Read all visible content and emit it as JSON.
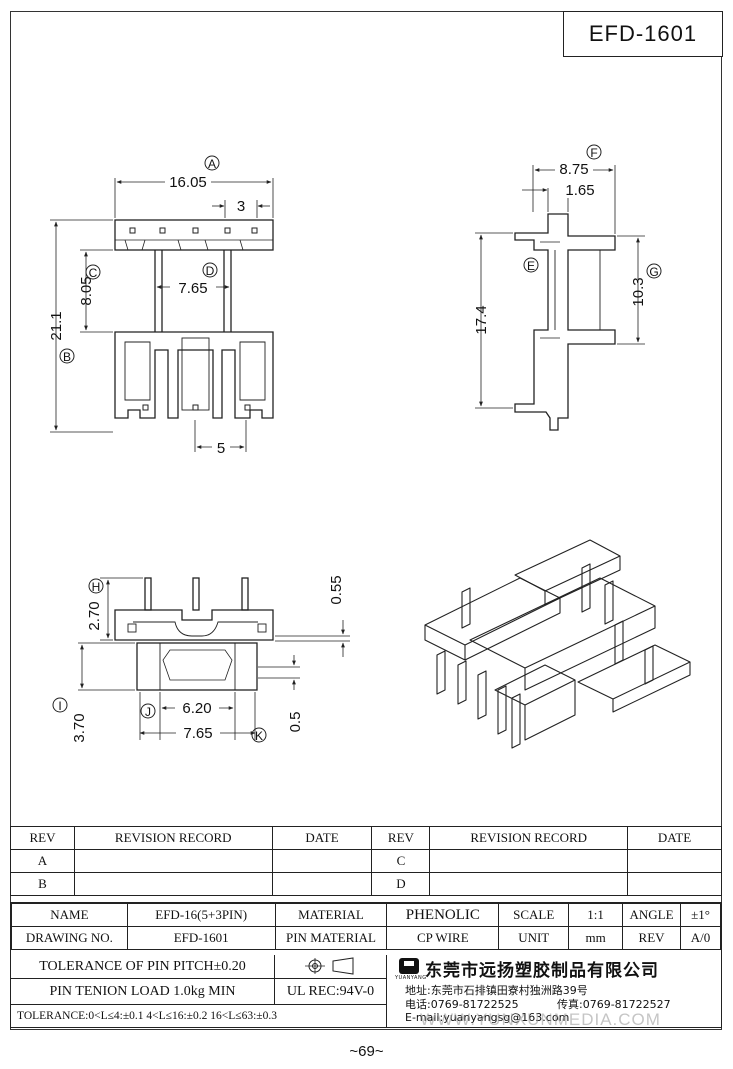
{
  "title_block": {
    "code": "EFD-1601"
  },
  "front_view": {
    "dimensions": [
      "16.05",
      "3",
      "8.05",
      "7.65",
      "21.1",
      "5"
    ],
    "callouts": [
      "A",
      "B",
      "C",
      "D"
    ]
  },
  "side_view": {
    "dimensions": [
      "8.75",
      "1.65",
      "17.4",
      "10.3"
    ],
    "callouts": [
      "E",
      "F",
      "G"
    ]
  },
  "bottom_view": {
    "dimensions": [
      "2.70",
      "0.55",
      "3.70",
      "6.20",
      "7.65",
      "0.5"
    ],
    "callouts": [
      "H",
      "I",
      "J",
      "K"
    ]
  },
  "revision_table": {
    "headers": [
      "REV",
      "REVISION RECORD",
      "DATE",
      "REV",
      "REVISION RECORD",
      "DATE"
    ],
    "rows": [
      [
        "A",
        "",
        "",
        "C",
        "",
        ""
      ],
      [
        "B",
        "",
        "",
        "D",
        "",
        ""
      ]
    ]
  },
  "spec_table": {
    "name_label": "NAME",
    "name_value": "EFD-16(5+3PIN)",
    "material_label": "MATERIAL",
    "material_value": "PHENOLIC",
    "scale_label": "SCALE",
    "scale_value": "1:1",
    "angle_label": "ANGLE",
    "angle_value": "±1°",
    "drawing_no_label": "DRAWING NO.",
    "drawing_no_value": "EFD-1601",
    "pin_material_label": "PIN MATERIAL",
    "pin_material_value": "CP WIRE",
    "unit_label": "UNIT",
    "unit_value": "mm",
    "rev_label": "REV",
    "rev_value": "A/0",
    "tolerance_pitch": "TOLERANCE OF PIN PITCH±0.20",
    "pin_tension": "PIN TENION LOAD 1.0kg MIN",
    "ul_rec": "UL REC:94V-0",
    "tolerance_ranges": "TOLERANCE:0<L≤4:±0.1  4<L≤16:±0.2  16<L≤63:±0.3"
  },
  "company": {
    "logo_caption": "YUANYANG",
    "name": "东莞市远扬塑胶制品有限公司",
    "address": "地址:东莞市石排镇田寮村独洲路39号",
    "phone": "电话:0769-81722525",
    "fax": "传真:0769-81722527",
    "email": "E-mail:yuanyangsg@163.com"
  },
  "watermark": "WWW.YUNXUNMEDIA.COM",
  "page_number": "~69~"
}
